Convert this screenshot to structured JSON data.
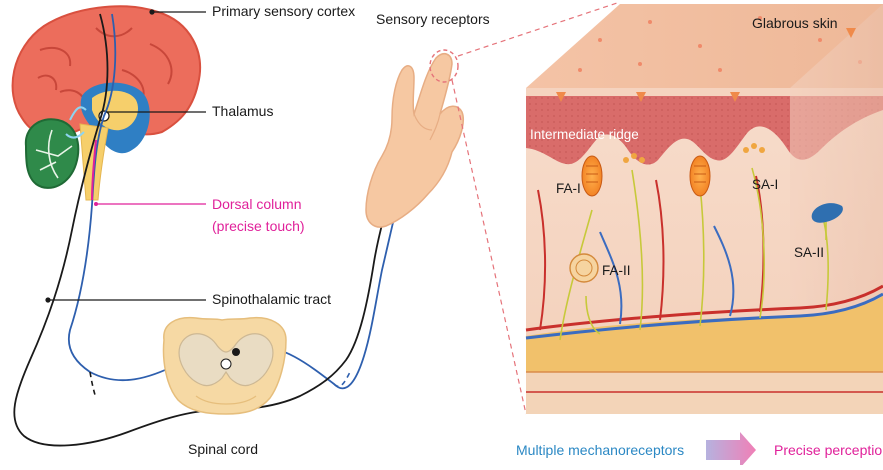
{
  "labels": {
    "primary_sensory_cortex": "Primary sensory cortex",
    "thalamus": "Thalamus",
    "dorsal_column_line1": "Dorsal column",
    "dorsal_column_line2": "(precise touch)",
    "spinothalamic_tract": "Spinothalamic tract",
    "spinal_cord": "Spinal cord",
    "sensory_receptors": "Sensory receptors",
    "glabrous_skin": "Glabrous skin",
    "intermediate_ridge": "Intermediate ridge",
    "fa_i": "FA-I",
    "fa_ii": "FA-II",
    "sa_i": "SA-I",
    "sa_ii": "SA-II",
    "multiple_mechanoreceptors": "Multiple mechanoreceptors",
    "precise_perception": "Precise perception"
  },
  "colors": {
    "cortex": "#ec6d5c",
    "cortex_dark": "#d9503f",
    "thalamus_blue": "#2f7fc4",
    "thalamus_yellow": "#f6cf6b",
    "cerebellum": "#2f8a4a",
    "spinal_cord_fill": "#f6d9a4",
    "spinal_cord_gray": "#e9dcc3",
    "skin": "#f2bfa1",
    "dermis": "#f6dac8",
    "epidermis": "#d96c6a",
    "fat": "#f1c16b",
    "dorsal_column": "#e0219a",
    "pathway_dark": "#1a1a1a",
    "pathway_blue": "#2e5fae",
    "arrow_start": "#b6b2df",
    "arrow_end": "#f07fb6"
  }
}
